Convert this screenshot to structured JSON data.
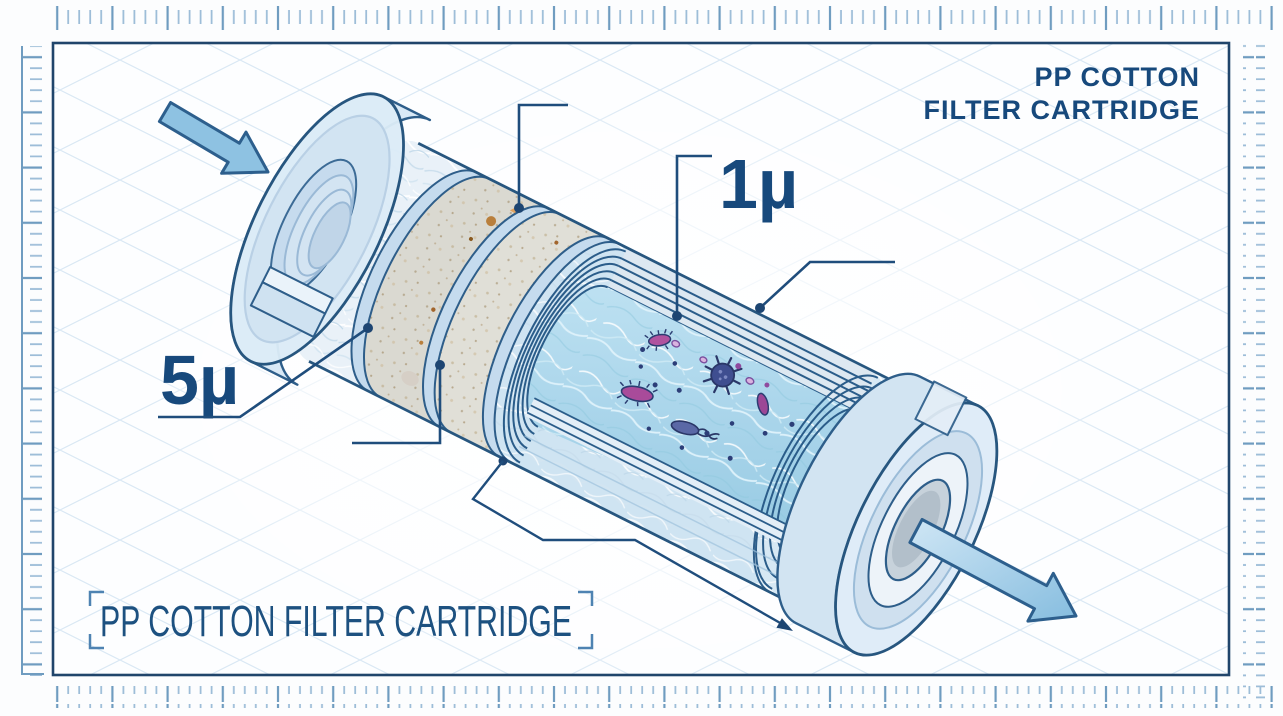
{
  "title_block": {
    "line1": "PP COTTON",
    "line2": "FILTER CARTRIDGE"
  },
  "caption": {
    "text": "PP COTTON FILTER CARTRIDGE"
  },
  "callouts": {
    "outer_pore_size": "5µ",
    "inner_pore_size": "1µ"
  },
  "icons": {
    "inlet": "inlet-arrow",
    "outlet": "outlet-arrow",
    "contaminants": [
      "sediment-particles",
      "bacteria",
      "virus"
    ]
  },
  "colors": {
    "frame_navy": "#20456b",
    "label_navy": "#17497c",
    "caption_navy": "#1d5180",
    "line_blue": "#1f4d7c",
    "bracket_blue": "#4e83b2",
    "arrow_fill": "#8ec2e2",
    "grid_blue": "#cde0f0",
    "sediment_brown": "#a2652c",
    "microbe_magenta": "#a94f9c",
    "microbe_indigo": "#3f4e90",
    "cavity_blue": "#a8d4ea"
  }
}
